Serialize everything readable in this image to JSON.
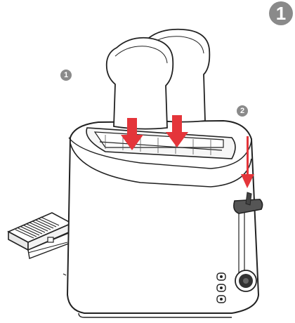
{
  "figure": {
    "step_number": "1",
    "callouts": {
      "first": "1",
      "second": "2"
    }
  },
  "colors": {
    "arrow": "#e4353a",
    "badge": "#8a8a8a",
    "outline": "#222222",
    "body": "#ffffff"
  },
  "icons": [
    "bread-slice-icon",
    "down-arrow-icon",
    "toaster-icon",
    "crumb-tray-icon",
    "lever-icon",
    "control-knob-icon"
  ]
}
